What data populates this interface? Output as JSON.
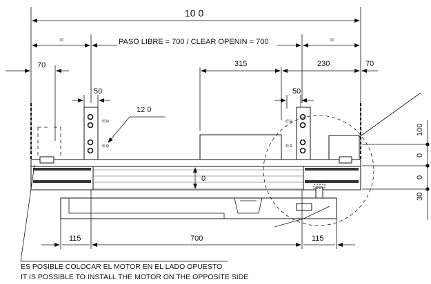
{
  "drawing": {
    "overall_width": "10 0",
    "clear_opening": "PASO LIBRE = 700 / CLEAR OPENIN   = 700",
    "equal_left": "=",
    "equal_right": "=",
    "dim_70_left": "70",
    "dim_50_left": "50",
    "dim_315": "315",
    "dim_230": "230",
    "dim_70_right": "70",
    "dim_50_right": "50",
    "dim_12_0": "12  0",
    "dim_0_center": "0",
    "dim_100": "100",
    "dim_0_a": "0",
    "dim_0_b": "0",
    "dim_30": "30",
    "dim_115_left": "115",
    "dim_700": "700",
    "dim_115_right": "115",
    "note_es": "ES POSIBLE COLOCAR EL MOTOR EN EL LADO OPUESTO",
    "note_en": "IT IS POSSIBLE TO INSTALL THE MOTOR ON THE OPPOSITE SIDE",
    "bracket_glyph": "∈⊖"
  }
}
